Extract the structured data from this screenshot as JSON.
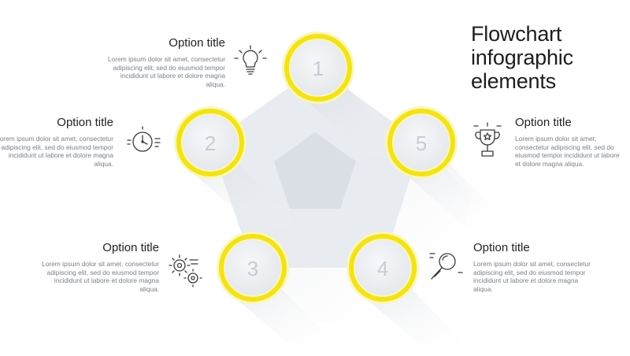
{
  "heading": {
    "line1": "Flowchart",
    "line2": "infographic",
    "line3": "elements"
  },
  "steps": [
    {
      "number": "1",
      "title": "Option title",
      "description": "Lorem ipsum dolor sit amet, consectetur adipiscing elit, sed do eiusmod tempor incididunt ut labore et dolore magna aliqua.",
      "icon": "lightbulb-icon"
    },
    {
      "number": "2",
      "title": "Option title",
      "description": "Lorem ipsum dolor sit amet, consectetur adipiscing elit, sed do eiusmod tempor incididunt ut labore et dolore magna aliqua.",
      "icon": "clock-icon"
    },
    {
      "number": "3",
      "title": "Option title",
      "description": "Lorem ipsum dolor sit amet, consectetur adipiscing elit, sed do eiusmod tempor incididunt ut labore et dolore magna aliqua.",
      "icon": "gears-icon"
    },
    {
      "number": "4",
      "title": "Option title",
      "description": "Lorem ipsum dolor sit amet, consectetur adipiscing elit, sed do eiusmod tempor incididunt ut labore et dolore magna aliqua.",
      "icon": "magnifier-icon"
    },
    {
      "number": "5",
      "title": "Option title",
      "description": "Lorem ipsum dolor sit amet, consectetur adipiscing elit, sed do eiusmod tempor incididunt ut labore et dolore magna aliqua.",
      "icon": "trophy-icon"
    }
  ],
  "colors": {
    "accent_yellow": "#f2e21a",
    "ring_glow": "#fbf6a4",
    "circle_fill": "#eef0f3",
    "pentagon": "#e6e9ee",
    "number": "#c6ccd6",
    "icon_stroke": "#3a3a3a"
  }
}
